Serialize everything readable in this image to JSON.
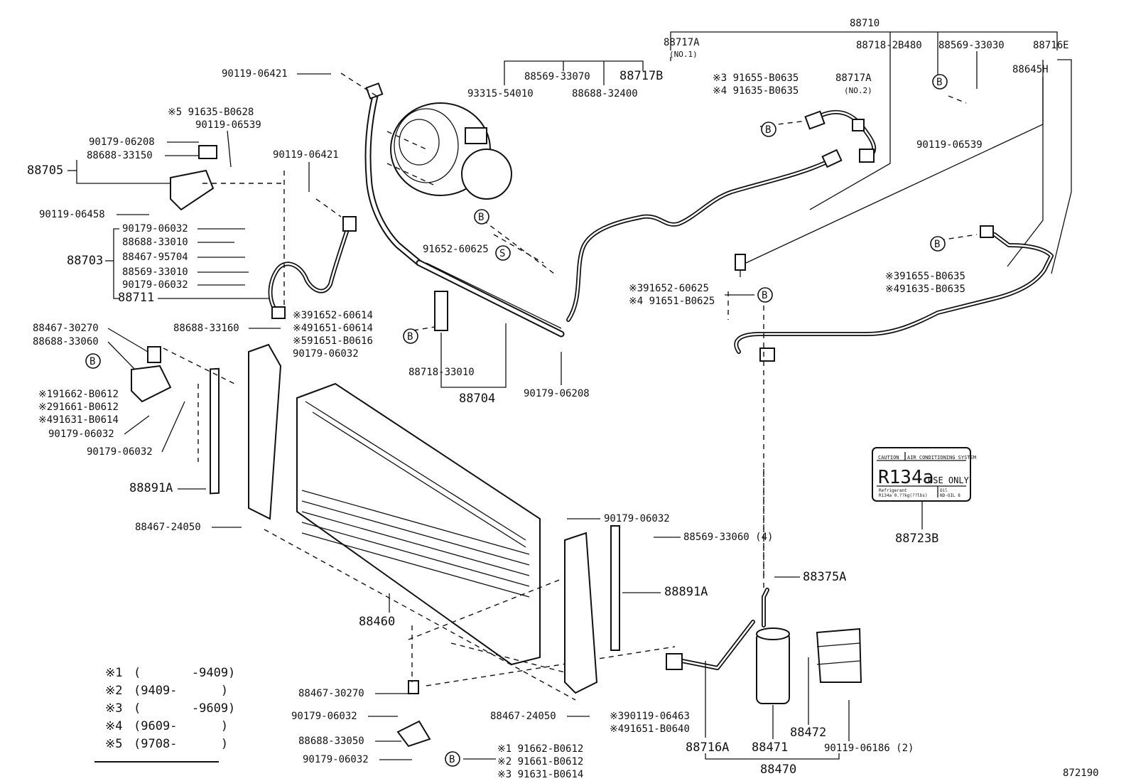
{
  "diagram_id": "872190",
  "labels": {
    "l88710": "88710",
    "l88717A1": "88717A",
    "l88717A1_no": "(NO.1)",
    "l88718_2B480": "88718-2B480",
    "l88569_33030": "88569-33030",
    "l88716E": "88716E",
    "l88645H": "88645H",
    "l90119_06421a": "90119-06421",
    "l88569_33070": "88569-33070",
    "l88717B": "88717B",
    "l91655_B0635a": "※3 91655-B0635",
    "l88717A2": "88717A",
    "l88717A2_no": "(NO.2)",
    "l93315_54010": "93315-54010",
    "l88688_32400": "88688-32400",
    "l91635_B0635a": "※4 91635-B0635",
    "l91635_B0628": "※5 91635-B0628",
    "l90119_06539a": "90119-06539",
    "l90119_06539b": "90119-06539",
    "l90179_06208a": "90179-06208",
    "l88688_33150": "88688-33150",
    "l88705": "88705",
    "l90119_06421b": "90119-06421",
    "l90119_06458": "90119-06458",
    "l90179_06032a": "90179-06032",
    "l88688_33010": "88688-33010",
    "l88703": "88703",
    "l88467_95704": "88467-95704",
    "l88569_33010": "88569-33010",
    "l90179_06032b": "90179-06032",
    "l88711": "88711",
    "l91652_60625a": "91652-60625",
    "l91652_60614": "※391652-60614",
    "l88688_33160": "88688-33160",
    "l91651_60614": "※491651-60614",
    "l91651_B0616": "※591651-B0616",
    "l90179_06032c": "90179-06032",
    "l88467_30270a": "88467-30270",
    "l88688_33060": "88688-33060",
    "l91662_B0612a": "※191662-B0612",
    "l91661_B0612a": "※291661-B0612",
    "l91631_B0614a": "※491631-B0614",
    "l90179_06032d": "90179-06032",
    "l90179_06032e": "90179-06032",
    "l88718_33010": "88718-33010",
    "l88704": "88704",
    "l90179_06208b": "90179-06208",
    "l91652_60625b": "※391652-60625",
    "l91651_B0625": "※4 91651-B0625",
    "l91655_B0635b": "※391655-B0635",
    "l91635_B0635b": "※491635-B0635",
    "l88891A_a": "88891A",
    "l88467_24050a": "88467-24050",
    "l90179_06032f": "90179-06032",
    "l88569_33060": "88569-33060 (4)",
    "l88723B": "88723B",
    "l88375A": "88375A",
    "l88891A_b": "88891A",
    "l88460": "88460",
    "l88467_30270b": "88467-30270",
    "l90179_06032g": "90179-06032",
    "l88688_33050": "88688-33050",
    "l90179_06032h": "90179-06032",
    "l88467_24050b": "88467-24050",
    "l90119_06463": "※390119-06463",
    "l91651_B0640": "※491651-B0640",
    "l88716A": "88716A",
    "l88471": "88471",
    "l88472": "88472",
    "l90119_06186": "90119-06186 (2)",
    "l88470": "88470",
    "l91662_B0612b": "※1 91662-B0612",
    "l91661_B0612b": "※2 91661-B0612",
    "l91631_B0614b": "※3 91631-B0614",
    "fig_no": "872190"
  },
  "circle_marks": {
    "b": "B",
    "s": "S"
  },
  "label_plate": {
    "header_left": "CAUTION",
    "header_right": "AIR CONDITIONING SYSTEM",
    "main": "R134a",
    "main_suffix": "USE ONLY",
    "row_left1": "Refrigerant",
    "row_left2": "R134a 0.??kg(??lbs)",
    "row_mid1": "Oil",
    "row_mid2": "ND-OIL 8"
  },
  "legend": [
    {
      "mark": "※1",
      "range": "(       -9409)"
    },
    {
      "mark": "※2",
      "range": "(9409-      )"
    },
    {
      "mark": "※3",
      "range": "(       -9609)"
    },
    {
      "mark": "※4",
      "range": "(9609-      )"
    },
    {
      "mark": "※5",
      "range": "(9708-      )"
    }
  ]
}
